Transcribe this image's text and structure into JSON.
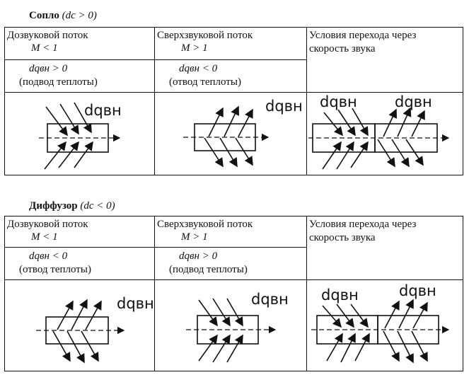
{
  "nozzle": {
    "title": "Сопло",
    "condition": "(dc > 0)",
    "col1_header": "Дозвуковой поток",
    "col1_mach": "M < 1",
    "col1_heat": "dqвн > 0",
    "col1_note": "(подвод теплоты)",
    "col2_header": "Сверхзвуковой поток",
    "col2_mach": "M > 1",
    "col2_heat": "dqвн < 0",
    "col2_note": "(отвод теплоты)",
    "col3_header_line1": "Условия перехода через",
    "col3_header_line2": "скорость звука",
    "label_col1": "dqвн",
    "label_col2": "dqвн",
    "label_col3a": "dqвн",
    "label_col3b": "dqвн"
  },
  "diffuser": {
    "title": "Диффузор",
    "condition": "(dc < 0)",
    "col1_header": "Дозвуковой поток",
    "col1_mach": "M < 1",
    "col1_heat": "dqвн < 0",
    "col1_note": "(отвод теплоты)",
    "col2_header": "Сверхзвуковой поток",
    "col2_mach": "M > 1",
    "col2_heat": "dqвн > 0",
    "col2_note": "(подвод теплоты)",
    "col3_header_line1": "Условия перехода через",
    "col3_header_line2": "скорость звука",
    "label_col1": "dqвн",
    "label_col2": "dqвн",
    "label_col3a": "dqвн",
    "label_col3b": "dqвн"
  }
}
